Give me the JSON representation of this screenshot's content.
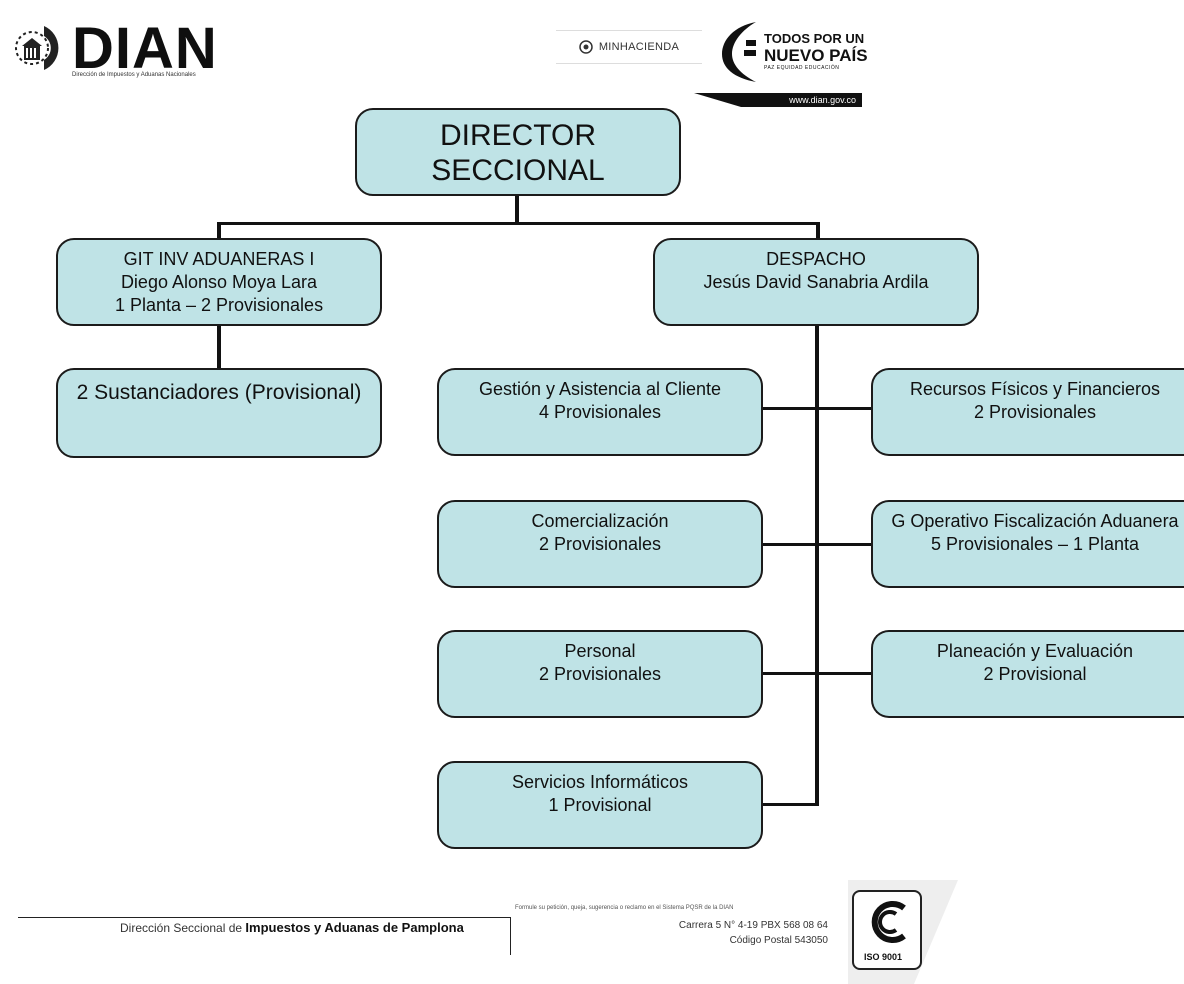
{
  "header": {
    "logo_text": "DIAN",
    "logo_tagline": "Dirección de Impuestos y Aduanas Nacionales",
    "ministry": "MINHACIENDA",
    "slogan_line1": "TODOS POR UN",
    "slogan_line2": "NUEVO PAÍS",
    "slogan_line3": "PAZ  EQUIDAD  EDUCACIÓN",
    "website": "www.dian.gov.co"
  },
  "org_chart": {
    "director": {
      "line1": "DIRECTOR",
      "line2": "SECCIONAL"
    },
    "git": {
      "line1": "GIT INV ADUANERAS I",
      "line2": "Diego Alonso Moya Lara",
      "line3": "1 Planta – 2 Provisionales"
    },
    "sustanciadores": {
      "line1": "2 Sustanciadores (Provisional)"
    },
    "despacho": {
      "line1": "DESPACHO",
      "line2": "Jesús David Sanabria Ardila"
    },
    "gestion": {
      "line1": "Gestión y Asistencia al Cliente",
      "line2": "4 Provisionales"
    },
    "comercializacion": {
      "line1": "Comercialización",
      "line2": "2 Provisionales"
    },
    "personal": {
      "line1": "Personal",
      "line2": "2 Provisionales"
    },
    "servicios": {
      "line1": "Servicios Informáticos",
      "line2": "1 Provisional"
    },
    "recursos": {
      "line1": "Recursos Físicos y Financieros",
      "line2": "2 Provisionales"
    },
    "operativo": {
      "line1": "G Operativo Fiscalización Aduanera",
      "line2": "5 Provisionales – 1 Planta"
    },
    "planeacion": {
      "line1": "Planeación y Evaluación",
      "line2": "2 Provisional"
    }
  },
  "footer": {
    "office_prefix": "Dirección Seccional de",
    "office_name": "Impuestos y Aduanas de Pamplona",
    "pqsr_note": "Formule su petición, queja, sugerencia o reclamo en el Sistema PQSR de la DIAN",
    "address": "Carrera 5 N° 4-19   PBX 568 08 64",
    "postal_code": "Código Postal 543050",
    "iso": "ISO 9001"
  }
}
